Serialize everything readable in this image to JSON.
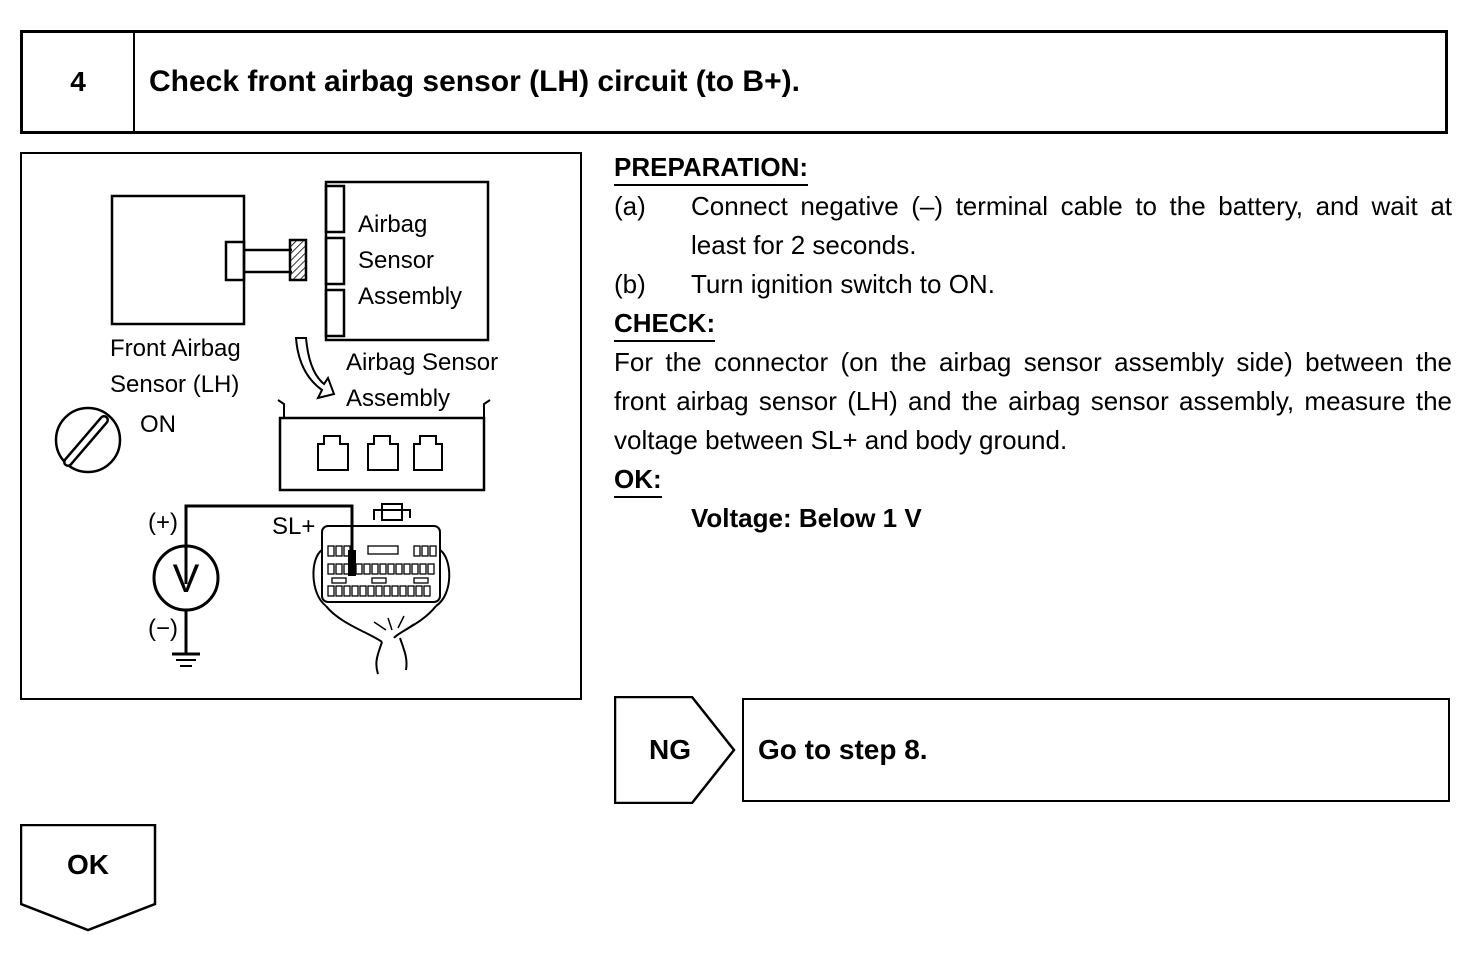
{
  "header": {
    "step_number": "4",
    "title": "Check front airbag sensor (LH) circuit (to B+)."
  },
  "figure": {
    "label_airbag_sensor_assembly_block": [
      "Airbag",
      "Sensor",
      "Assembly"
    ],
    "label_front_airbag_sensor": [
      "Front Airbag",
      "Sensor (LH)"
    ],
    "label_airbag_sensor_assembly": [
      "Airbag Sensor",
      "Assembly"
    ],
    "label_ignition": "ON",
    "label_plus": "(+)",
    "label_minus": "(−)",
    "label_terminal": "SL+",
    "label_voltmeter": "V"
  },
  "preparation": {
    "heading": "PREPARATION:",
    "items": [
      {
        "label": "(a)",
        "text": "Connect negative (–) terminal cable to the battery, and wait at least for 2 seconds."
      },
      {
        "label": "(b)",
        "text": "Turn ignition switch to ON."
      }
    ]
  },
  "check": {
    "heading": "CHECK:",
    "text": "For the connector (on the airbag sensor assembly side) be­tween the front airbag sensor (LH) and the airbag sensor as­sembly, measure the voltage between SL+ and body ground."
  },
  "ok_spec": {
    "heading": "OK:",
    "value": "Voltage: Below 1 V"
  },
  "ng": {
    "label": "NG",
    "action": "Go to step 8."
  },
  "ok_flow": {
    "label": "OK"
  }
}
